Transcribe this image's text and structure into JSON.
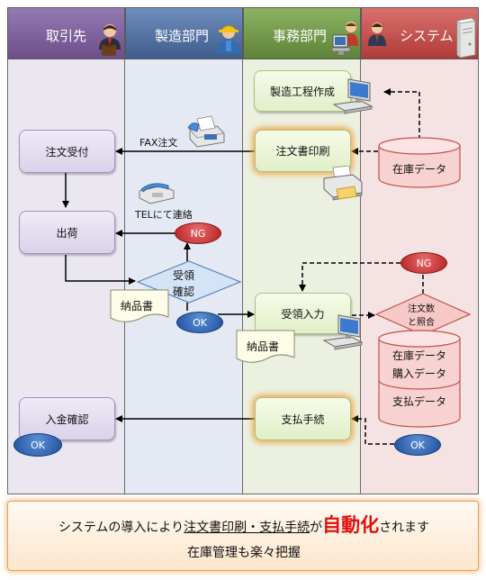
{
  "lanes": [
    {
      "title": "取引先",
      "icon": "business-person-icon"
    },
    {
      "title": "製造部門",
      "icon": "worker-icon"
    },
    {
      "title": "事務部門",
      "icon": "office-worker-icon"
    },
    {
      "title": "システム",
      "icon": "server-icon"
    }
  ],
  "client": {
    "order_receipt": "注文受付",
    "shipping": "出荷",
    "payment_confirm": "入金確認",
    "ok": "OK"
  },
  "manufacturing": {
    "fax_label": "FAX注文",
    "tel_label": "TELにて連絡",
    "check_line1": "受領",
    "check_line2": "確認",
    "delivery_slip": "納品書",
    "ok": "OK"
  },
  "office": {
    "process_create": "製造工程作成",
    "order_print": "注文書印刷",
    "receive_input": "受領入力",
    "delivery_slip": "納品書",
    "payment_proc": "支払手続"
  },
  "system": {
    "inventory": "在庫データ",
    "ng_top": "NG",
    "ng_mid": "NG",
    "compare_line1": "注文数",
    "compare_line2": "と照合",
    "inventory_purchase_line1": "在庫データ",
    "inventory_purchase_line2": "購入データ",
    "payment_data": "支払データ",
    "ok": "OK"
  },
  "footer": {
    "prefix": "システムの導入により",
    "underlined": "注文書印刷・支払手続",
    "mid": "が",
    "emphasis": "自動化",
    "suffix": "されます",
    "line2": "在庫管理も楽々把握"
  },
  "colors": {
    "lane1_head": "#7a5f96",
    "lane2_head": "#4f6e9c",
    "lane3_head": "#6f9446",
    "lane4_head": "#c0504d",
    "accent_red": "#e01010"
  }
}
